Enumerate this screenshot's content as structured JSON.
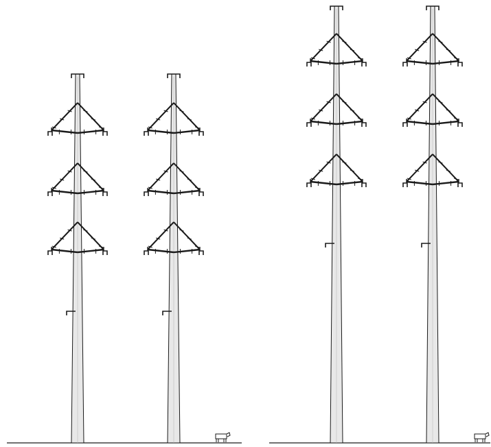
{
  "figure": {
    "panels": [
      {
        "name": "shorter-pair",
        "poles": [
          {
            "name": "left",
            "arms_side": "both",
            "cross_arm_levels": 3,
            "ground_wire_bracket": true,
            "lower_bracket": true
          },
          {
            "name": "right",
            "arms_side": "both",
            "cross_arm_levels": 3,
            "ground_wire_bracket": true,
            "lower_bracket": true
          }
        ],
        "scale_figure": "cow"
      },
      {
        "name": "taller-pair",
        "poles": [
          {
            "name": "left",
            "arms_side": "both",
            "cross_arm_levels": 3,
            "ground_wire_bracket": true,
            "lower_bracket": true
          },
          {
            "name": "right",
            "arms_side": "both",
            "cross_arm_levels": 3,
            "ground_wire_bracket": true,
            "lower_bracket": true
          }
        ],
        "scale_figure": "cow"
      }
    ],
    "colors": {
      "line": "#1a1a1a",
      "pole_fill": "#e8e8e8",
      "background": "#ffffff"
    }
  }
}
